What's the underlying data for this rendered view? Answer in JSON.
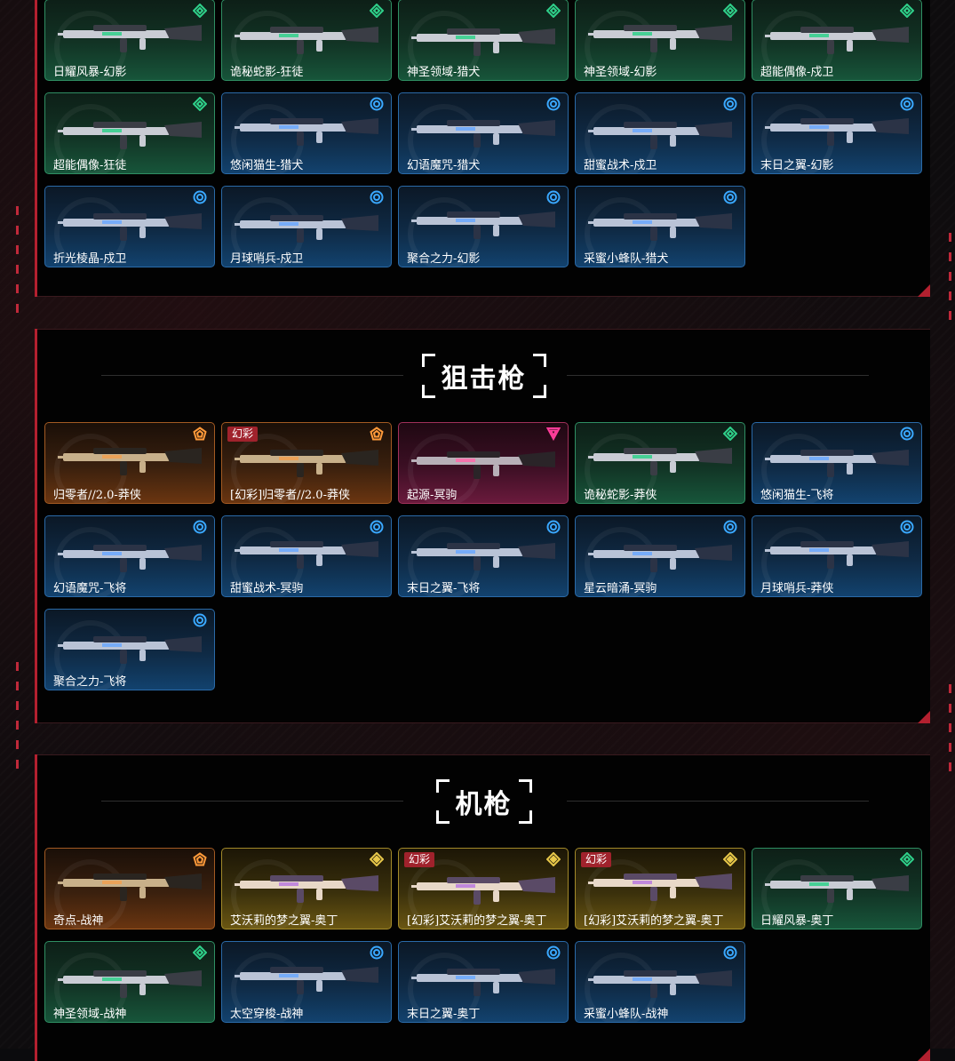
{
  "colors": {
    "accent_red": "#b3202f",
    "tier_green": "#2fd08a",
    "tier_blue": "#3aa8ff",
    "tier_orange": "#ff9a3a",
    "tier_pink": "#ff3d9a",
    "tier_gold": "#e8c84a"
  },
  "rifles": {
    "cards": [
      {
        "label": "日耀风暴-幻影",
        "rarity": "green",
        "tier_icon": "hexagon-tier-icon"
      },
      {
        "label": "诡秘蛇影-狂徒",
        "rarity": "green",
        "tier_icon": "hexagon-tier-icon"
      },
      {
        "label": "神圣领域-猎犬",
        "rarity": "green",
        "tier_icon": "hexagon-tier-icon"
      },
      {
        "label": "神圣领域-幻影",
        "rarity": "green",
        "tier_icon": "hexagon-tier-icon"
      },
      {
        "label": "超能偶像-戍卫",
        "rarity": "green",
        "tier_icon": "hexagon-tier-icon"
      },
      {
        "label": "超能偶像-狂徒",
        "rarity": "green",
        "tier_icon": "hexagon-tier-icon"
      },
      {
        "label": "悠闲猫生-猎犬",
        "rarity": "blue",
        "tier_icon": "circle-tier-icon"
      },
      {
        "label": "幻语魔咒-猎犬",
        "rarity": "blue",
        "tier_icon": "circle-tier-icon"
      },
      {
        "label": "甜蜜战术-戍卫",
        "rarity": "blue",
        "tier_icon": "circle-tier-icon"
      },
      {
        "label": "末日之翼-幻影",
        "rarity": "blue",
        "tier_icon": "circle-tier-icon"
      },
      {
        "label": "折光棱晶-戍卫",
        "rarity": "blue",
        "tier_icon": "circle-tier-icon"
      },
      {
        "label": "月球哨兵-戍卫",
        "rarity": "blue",
        "tier_icon": "circle-tier-icon"
      },
      {
        "label": "聚合之力-幻影",
        "rarity": "blue",
        "tier_icon": "circle-tier-icon"
      },
      {
        "label": "采蜜小蜂队-猎犬",
        "rarity": "blue",
        "tier_icon": "circle-tier-icon"
      }
    ]
  },
  "snipers": {
    "title": "狙击枪",
    "cards": [
      {
        "label": "归零者//2.0-莽侠",
        "rarity": "orange",
        "tier_icon": "pentagon-tier-icon",
        "badge": ""
      },
      {
        "label": "[幻彩]归零者//2.0-莽侠",
        "rarity": "orange",
        "tier_icon": "pentagon-tier-icon",
        "badge": "幻彩"
      },
      {
        "label": "起源-冥驹",
        "rarity": "pink",
        "tier_icon": "triangle-tier-icon",
        "badge": ""
      },
      {
        "label": "诡秘蛇影-莽侠",
        "rarity": "green",
        "tier_icon": "hexagon-tier-icon",
        "badge": ""
      },
      {
        "label": "悠闲猫生-飞将",
        "rarity": "blue",
        "tier_icon": "circle-tier-icon",
        "badge": ""
      },
      {
        "label": "幻语魔咒-飞将",
        "rarity": "blue",
        "tier_icon": "circle-tier-icon",
        "badge": ""
      },
      {
        "label": "甜蜜战术-冥驹",
        "rarity": "blue",
        "tier_icon": "circle-tier-icon",
        "badge": ""
      },
      {
        "label": "末日之翼-飞将",
        "rarity": "blue",
        "tier_icon": "circle-tier-icon",
        "badge": ""
      },
      {
        "label": "星云暗涌-冥驹",
        "rarity": "blue",
        "tier_icon": "circle-tier-icon",
        "badge": ""
      },
      {
        "label": "月球哨兵-莽侠",
        "rarity": "blue",
        "tier_icon": "circle-tier-icon",
        "badge": ""
      },
      {
        "label": "聚合之力-飞将",
        "rarity": "blue",
        "tier_icon": "circle-tier-icon",
        "badge": ""
      }
    ]
  },
  "machineguns": {
    "title": "机枪",
    "cards": [
      {
        "label": "奇点-战神",
        "rarity": "orange",
        "tier_icon": "pentagon-tier-icon",
        "badge": ""
      },
      {
        "label": "艾沃莉的梦之翼-奥丁",
        "rarity": "gold",
        "tier_icon": "diamond-tier-icon",
        "badge": ""
      },
      {
        "label": "[幻彩]艾沃莉的梦之翼-奥丁",
        "rarity": "gold",
        "tier_icon": "diamond-tier-icon",
        "badge": "幻彩"
      },
      {
        "label": "[幻彩]艾沃莉的梦之翼-奥丁",
        "rarity": "gold",
        "tier_icon": "diamond-tier-icon",
        "badge": "幻彩"
      },
      {
        "label": "日耀风暴-奥丁",
        "rarity": "green",
        "tier_icon": "hexagon-tier-icon",
        "badge": ""
      },
      {
        "label": "神圣领域-战神",
        "rarity": "green",
        "tier_icon": "hexagon-tier-icon",
        "badge": ""
      },
      {
        "label": "太空穿梭-战神",
        "rarity": "blue",
        "tier_icon": "circle-tier-icon",
        "badge": ""
      },
      {
        "label": "末日之翼-奥丁",
        "rarity": "blue",
        "tier_icon": "circle-tier-icon",
        "badge": ""
      },
      {
        "label": "采蜜小蜂队-战神",
        "rarity": "blue",
        "tier_icon": "circle-tier-icon",
        "badge": ""
      }
    ]
  }
}
